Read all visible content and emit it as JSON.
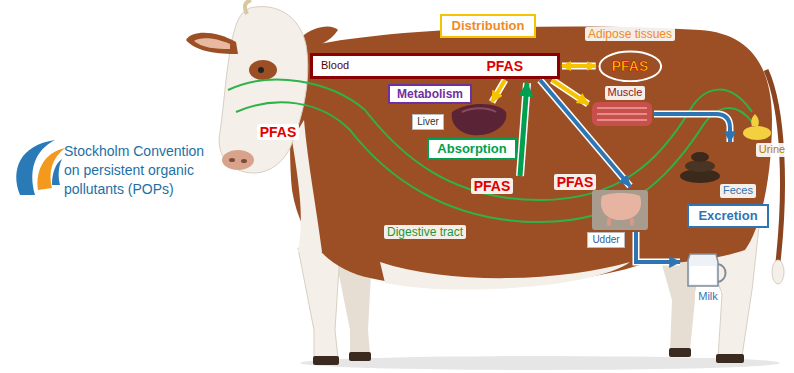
{
  "diagram": {
    "nodes": [
      {
        "text": [
          "Distribution"
        ]
      },
      {
        "text": [
          "Blood",
          "PFAS"
        ]
      },
      {
        "text": [
          "PFAS"
        ]
      },
      {
        "text": [
          "Metabolism"
        ]
      },
      {
        "text": [
          "Liver"
        ]
      },
      {
        "text": [
          "Absorption"
        ]
      },
      {
        "text": [
          "Udder"
        ]
      },
      {
        "text": [
          "Excretion"
        ]
      }
    ],
    "edges": [
      {
        "from": 1,
        "to": 2,
        "arrow": "both"
      }
    ],
    "labels": [
      "Adipose tissues",
      "Muscle",
      "PFAS",
      "Urine",
      "Feces",
      "PFAS",
      "PFAS",
      "Digestive tract",
      "Milk",
      "Stockholm Convention on persistent organic pollutants (POPs)"
    ]
  }
}
